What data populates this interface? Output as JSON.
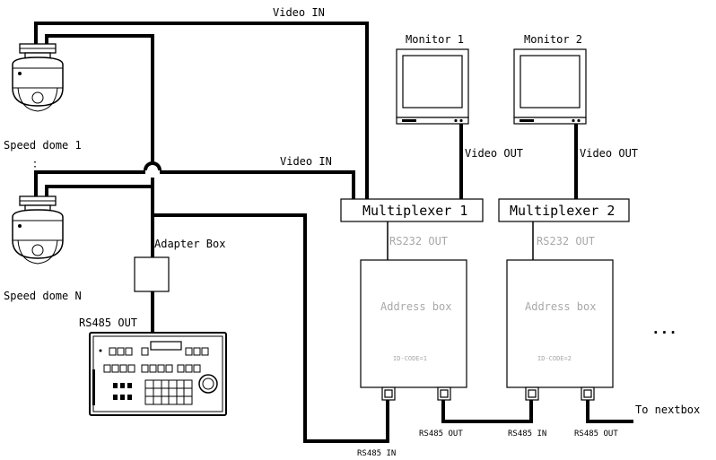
{
  "labels": {
    "video_in_top": "Video IN",
    "video_in_mid": "Video IN",
    "monitor1": "Monitor 1",
    "monitor2": "Monitor 2",
    "video_out_1": "Video OUT",
    "video_out_2": "Video OUT",
    "multiplexer1": "Multiplexer 1",
    "multiplexer2": "Multiplexer 2",
    "rs232_out_1": "RS232 OUT",
    "rs232_out_2": "RS232 OUT",
    "address_box_1": "Address box",
    "address_box_2": "Address box",
    "id_code_1": "ID-CODE=1",
    "id_code_2": "ID-CODE=2",
    "speed_dome_1": "Speed dome 1",
    "speed_dome_n": "Speed dome N",
    "adapter_box": "Adapter Box",
    "rs485_out_kb": "RS485 OUT",
    "rs485_in_1": "RS485 IN",
    "rs485_out_1": "RS485 OUT",
    "rs485_in_2": "RS485 IN",
    "rs485_out_2": "RS485 OUT",
    "to_nextbox": "To nextbox",
    "ellipsis_v": "⋮",
    "ellipsis_h": "..."
  },
  "colors": {
    "line": "#000000",
    "muted_text": "#a8a8a8",
    "background": "#ffffff"
  }
}
